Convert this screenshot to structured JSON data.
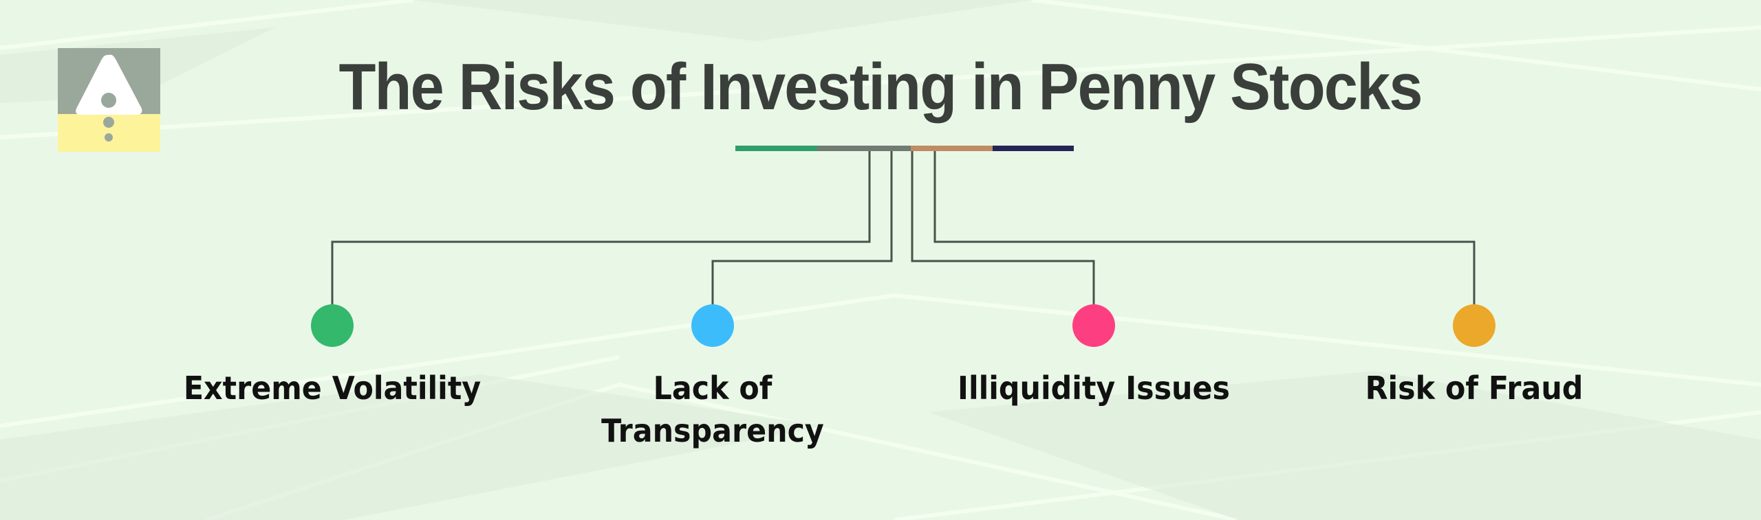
{
  "title": "The Risks of Investing in Penny Stocks",
  "logo": {
    "icon": "warning-triangle-icon",
    "top_color": "#9aa89c",
    "bottom_color": "#fdf39b"
  },
  "color_bar": [
    "#2f9e6a",
    "#717b74",
    "#c08c63",
    "#262457"
  ],
  "connector_color": "#48524c",
  "nodes": [
    {
      "label_line1": "Extreme Volatility",
      "label_line2": "",
      "color": "#33b86c"
    },
    {
      "label_line1": "Lack of",
      "label_line2": "Transparency",
      "color": "#3dbcfb"
    },
    {
      "label_line1": "Illiquidity Issues",
      "label_line2": "",
      "color": "#fd3f82"
    },
    {
      "label_line1": "Risk of Fraud",
      "label_line2": "",
      "color": "#eba82a"
    }
  ]
}
